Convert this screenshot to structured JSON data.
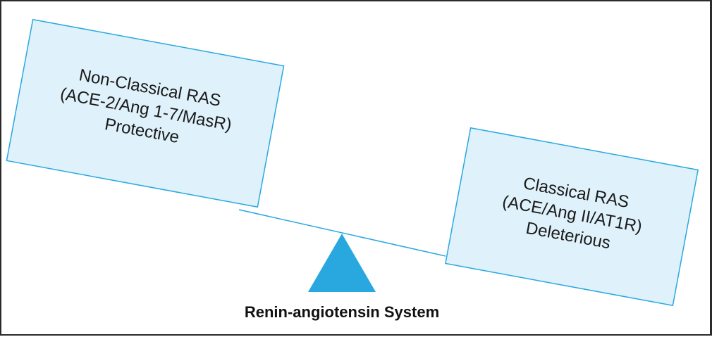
{
  "colors": {
    "box_fill": "#dff1fa",
    "box_border": "#29a8e0",
    "fulcrum_fill": "#29a8e0",
    "beam_line": "#29a8e0",
    "frame_border": "#2b2b2b"
  },
  "left_box": {
    "line1": "Non-Classical RAS",
    "line2": "(ACE-2/Ang 1-7/MasR)",
    "line3": "Protective"
  },
  "right_box": {
    "line1": "Classical RAS",
    "line2": "(ACE/Ang II/AT1R)",
    "line3": "Deleterious"
  },
  "caption": "Renin-angiotensin System"
}
